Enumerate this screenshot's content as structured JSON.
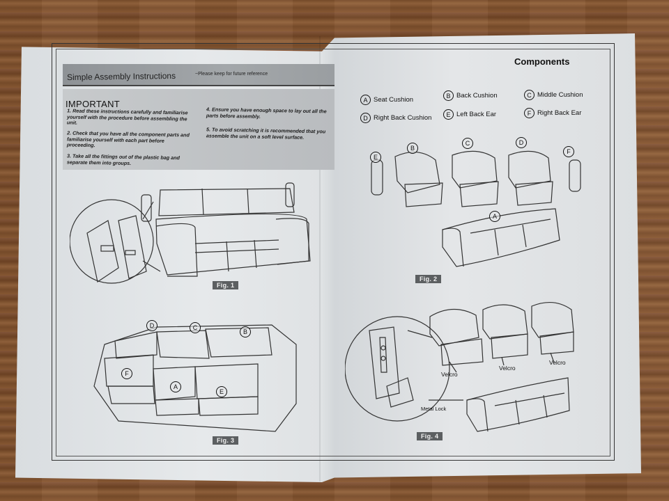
{
  "header": {
    "title": "Simple Assembly Instructions",
    "note": "~Please keep for future reference"
  },
  "important": {
    "heading": "IMPORTANT",
    "items": [
      "1. Read these instructions carefully and familiarise yourself with the procedure before assembling the unit.",
      "2. Check that you have all the component parts and familiarise yourself with each part before proceeding.",
      "3. Take all the fittings out of the plastic bag and separate them into groups.",
      "4. Ensure you have enough space to lay out all the parts before assembly.",
      "5. To avoid scratching it is recommended that you assemble the unit on a soft level surface."
    ]
  },
  "components": {
    "heading": "Components",
    "items": [
      {
        "letter": "A",
        "label": "Seat Cushion"
      },
      {
        "letter": "B",
        "label": "Back Cushion"
      },
      {
        "letter": "C",
        "label": "Middle Cushion"
      },
      {
        "letter": "D",
        "label": "Right Back Cushion"
      },
      {
        "letter": "E",
        "label": "Left Back Ear"
      },
      {
        "letter": "F",
        "label": "Right Back Ear"
      }
    ]
  },
  "figures": {
    "fig1": "Fig. 1",
    "fig2": "Fig. 2",
    "fig3": "Fig. 3",
    "fig4": "Fig. 4"
  },
  "fig2_letters": {
    "e": "E",
    "b": "B",
    "c": "C",
    "d": "D",
    "f": "F",
    "a": "A"
  },
  "fig3_letters": {
    "d": "D",
    "c": "C",
    "b": "B",
    "f": "F",
    "a": "A",
    "e": "E"
  },
  "fig4_callouts": {
    "velcro1": "Velcro",
    "velcro2": "Velcro",
    "velcro3": "Velcro",
    "metal_lock": "Metal Lock"
  },
  "colors": {
    "table": "#7a4d2b",
    "paper": "#e2e5e7",
    "band": "#9a9ea1",
    "label_bg": "#5c5f61"
  }
}
